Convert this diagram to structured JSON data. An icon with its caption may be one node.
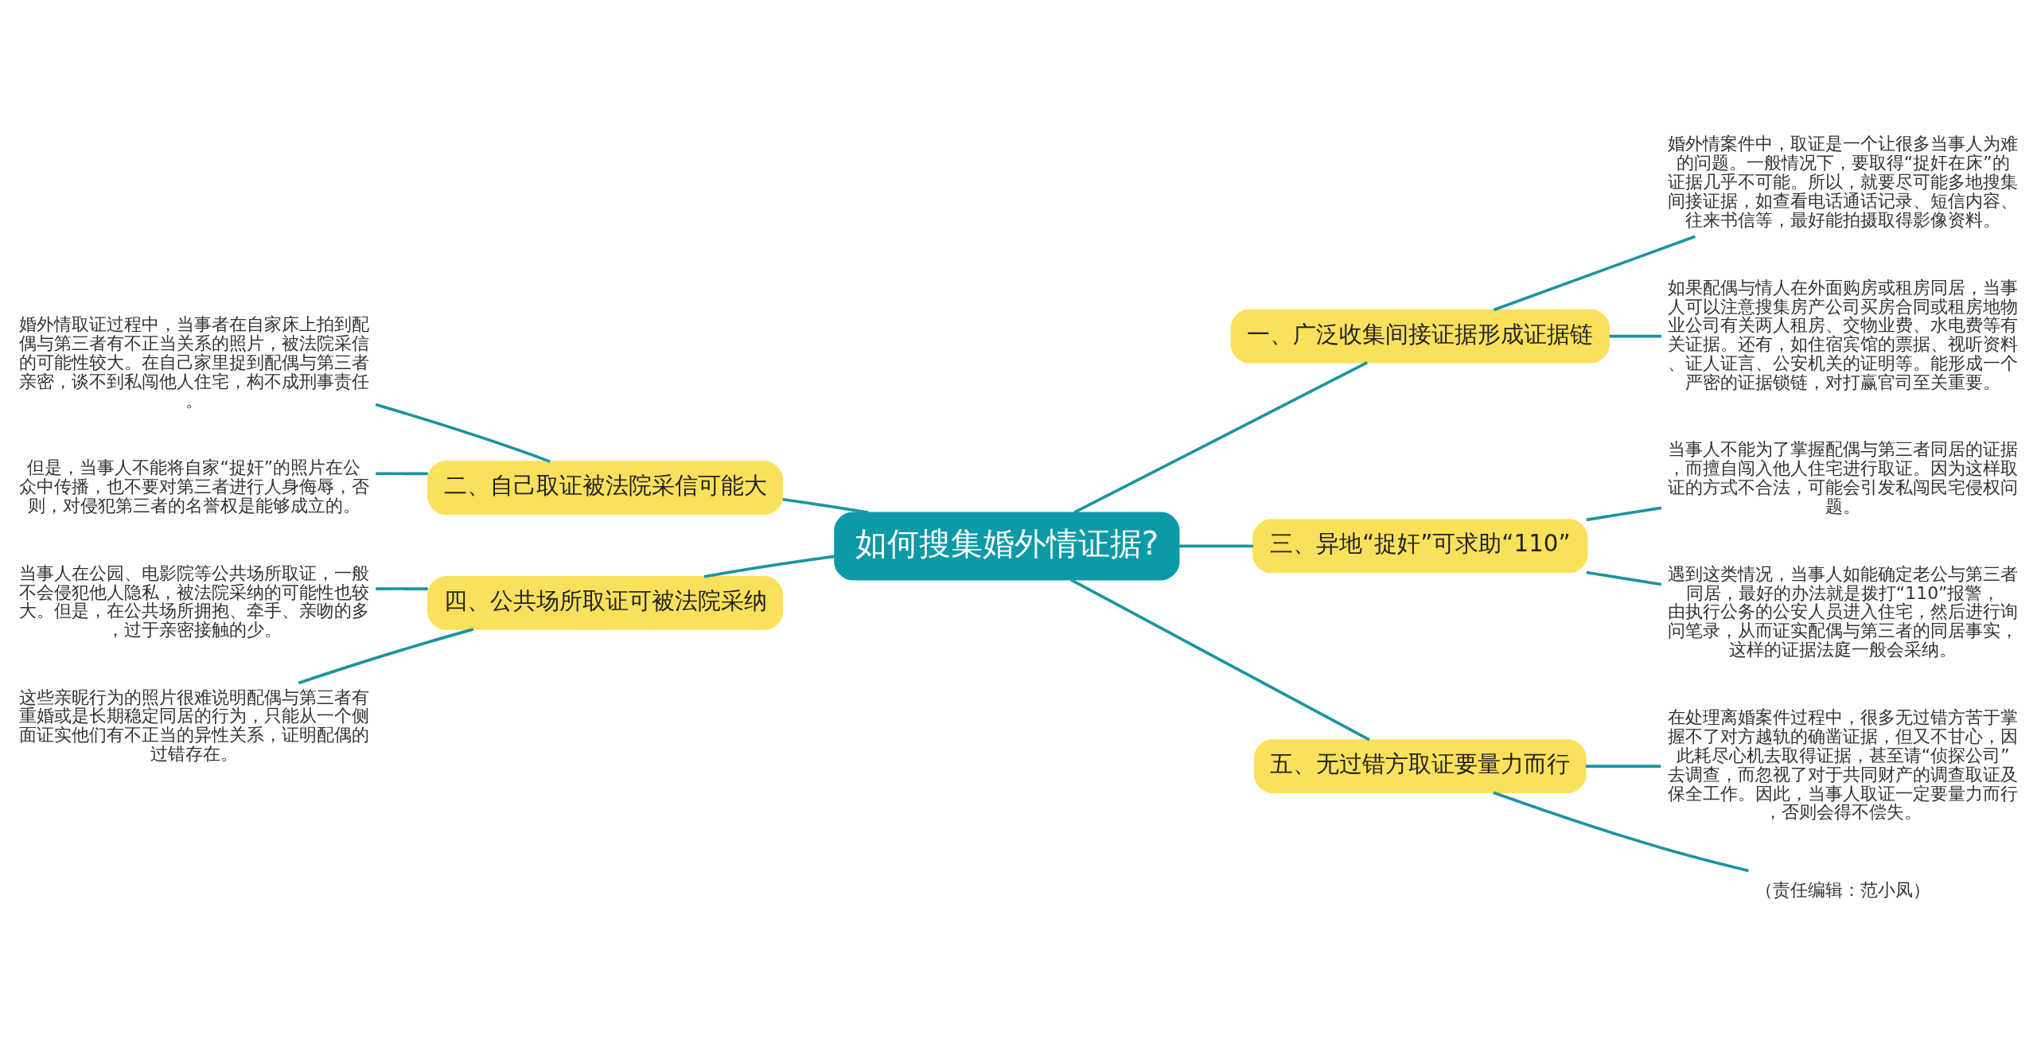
{
  "diagram": {
    "nodes": [
      {
        "text": [
          "如何搜集婚外情证据?"
        ]
      },
      {
        "text": [
          "一、广泛收集间接证据形成证据链"
        ]
      },
      {
        "text": [
          "婚外情案件中，取证是一个让很多当事人为难的问题。一般情况下，要取得“捉奸在床”的证据几乎不可能。所以，就要尽可能多地搜集间接证据，如查看电话通话记录、短信内容、往来书信等，最好能拍摄取得影像资料。"
        ]
      },
      {
        "text": [
          "如果配偶与情人在外面购房或租房同居，当事人可以注意搜集房产公司买房合同或租房地物业公司有关两人租房、交物业费、水电费等有关证据。还有，如住宿宾馆的票据、视听资料、证人证言、公安机关的证明等。能形成一个严密的证据锁链，对打赢官司至关重要。"
        ]
      },
      {
        "text": [
          "二、自己取证被法院采信可能大"
        ]
      },
      {
        "text": [
          "婚外情取证过程中，当事者在自家床上拍到配偶与第三者有不正当关系的照片，被法院采信的可能性较大。在自己家里捉到配偶与第三者亲密，谈不到私闯他人住宅，构不成刑事责任。"
        ]
      },
      {
        "text": [
          "但是，当事人不能将自家“捉奸”的照片在公众中传播，也不要对第三者进行人身侮辱，否则，对侵犯第三者的名誉权是能够成立的。"
        ]
      },
      {
        "text": [
          "三、异地“捉奸”可求助“110”"
        ]
      },
      {
        "text": [
          "当事人不能为了掌握配偶与第三者同居的证据，而擅自闯入他人住宅进行取证。因为这样取证的方式不合法，可能会引发私闯民宅侵权问题。"
        ]
      },
      {
        "text": [
          "遇到这类情况，当事人如能确定老公与第三者同居，最好的办法就是拨打“110”报警，由执行公务的公安人员进入住宅，然后进行询问笔录，从而证实配偶与第三者的同居事实，这样的证据法庭一般会采纳。"
        ]
      },
      {
        "text": [
          "四、公共场所取证可被法院采纳"
        ]
      },
      {
        "text": [
          "当事人在公园、电影院等公共场所取证，一般不会侵犯他人隐私，被法院采纳的可能性也较大。但是，在公共场所拥抱、牵手、亲吻的多，过于亲密接触的少。"
        ]
      },
      {
        "text": [
          "这些亲昵行为的照片很难说明配偶与第三者有重婚或是长期稳定同居的行为，只能从一个侧面证实他们有不正当的异性关系，证明配偶的过错存在。"
        ]
      },
      {
        "text": [
          "五、无过错方取证要量力而行"
        ]
      },
      {
        "text": [
          "在处理离婚案件过程中，很多无过错方苦于掌握不了对方越轨的确凿证据，但又不甘心，因此耗尽心机去取得证据，甚至请“侦探公司”去调查，而忽视了对于共同财产的调查取证及保全工作。因此，当事人取证一定要量力而行，否则会得不偿失。"
        ]
      },
      {
        "text": [
          "（责任编辑：范小凤）"
        ]
      }
    ],
    "edges": [
      {
        "from": 0,
        "to": 1,
        "arrow": "none"
      },
      {
        "from": 1,
        "to": 2,
        "arrow": "none"
      },
      {
        "from": 1,
        "to": 3,
        "arrow": "none"
      },
      {
        "from": 0,
        "to": 4,
        "arrow": "none"
      },
      {
        "from": 4,
        "to": 5,
        "arrow": "none"
      },
      {
        "from": 4,
        "to": 6,
        "arrow": "none"
      },
      {
        "from": 0,
        "to": 7,
        "arrow": "none"
      },
      {
        "from": 7,
        "to": 8,
        "arrow": "none"
      },
      {
        "from": 7,
        "to": 9,
        "arrow": "none"
      },
      {
        "from": 0,
        "to": 10,
        "arrow": "none"
      },
      {
        "from": 10,
        "to": 11,
        "arrow": "none"
      },
      {
        "from": 10,
        "to": 12,
        "arrow": "none"
      },
      {
        "from": 0,
        "to": 13,
        "arrow": "none"
      },
      {
        "from": 13,
        "to": 14,
        "arrow": "none"
      },
      {
        "from": 13,
        "to": 15,
        "arrow": "none"
      }
    ]
  }
}
